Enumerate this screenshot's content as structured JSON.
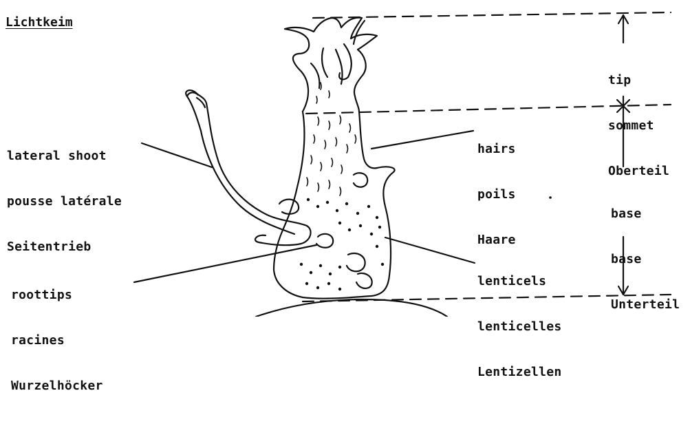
{
  "title": "Lichtkeim",
  "labels": {
    "lateral_shoot": [
      "lateral shoot",
      "pousse latérale",
      "Seitentrieb"
    ],
    "roottips": [
      "roottips",
      "racines",
      "Wurzelhöcker"
    ],
    "hairs": [
      "hairs",
      "poils",
      "Haare"
    ],
    "lenticels": [
      "lenticels",
      "lenticelles",
      "Lentizellen"
    ],
    "tip": [
      "tip",
      "sommet",
      "Oberteil"
    ],
    "base": [
      "base",
      "base",
      "Unterteil"
    ]
  },
  "colors": {
    "ink": "#111111",
    "paper": "#ffffff"
  }
}
